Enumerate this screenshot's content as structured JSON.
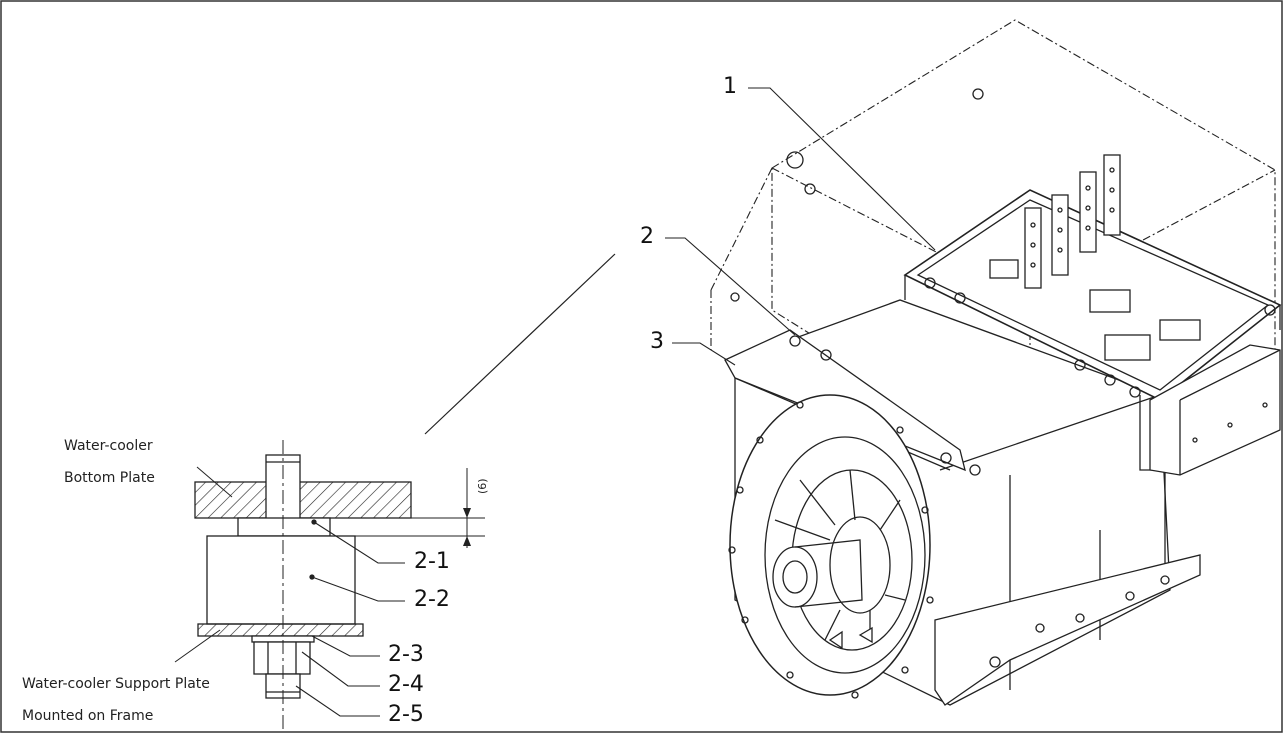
{
  "callouts": {
    "c1": "1",
    "c2": "2",
    "c3": "3",
    "c2_1": "2-1",
    "c2_2": "2-2",
    "c2_3": "2-3",
    "c2_4": "2-4",
    "c2_5": "2-5"
  },
  "detail_labels": {
    "cooler_line1": "Water-cooler",
    "cooler_line2": "Bottom Plate",
    "support_plate": "Water-cooler Support Plate",
    "mounted": "Mounted on Frame",
    "gap_dimension": "(6)"
  }
}
